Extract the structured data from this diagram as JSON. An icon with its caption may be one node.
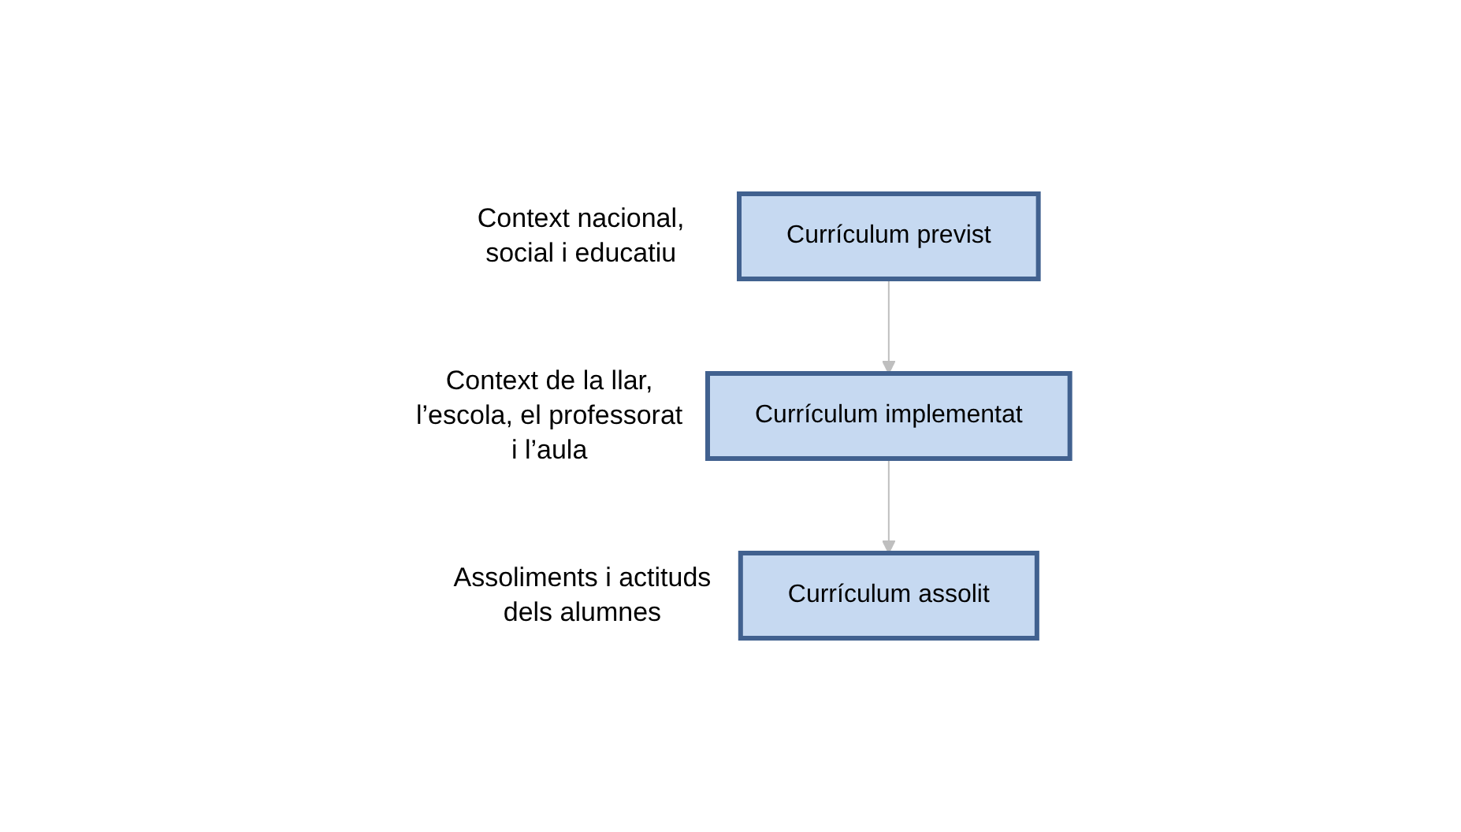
{
  "diagram": {
    "nodes": [
      {
        "text": [
          "Currículum previst"
        ],
        "beside": [
          "Context nacional, social i educatiu"
        ]
      },
      {
        "text": [
          "Currículum implementat"
        ],
        "beside": [
          "Context de la llar, l’escola, el professorat i l’aula"
        ]
      },
      {
        "text": [
          "Currículum assolit"
        ],
        "beside": [
          "Assoliments i actituds dels alumnes"
        ]
      }
    ],
    "edges": [
      {
        "from": 0,
        "to": 1,
        "arrow": "to",
        "color": "#bfbfbf"
      },
      {
        "from": 1,
        "to": 2,
        "arrow": "to",
        "color": "#bfbfbf"
      }
    ]
  }
}
